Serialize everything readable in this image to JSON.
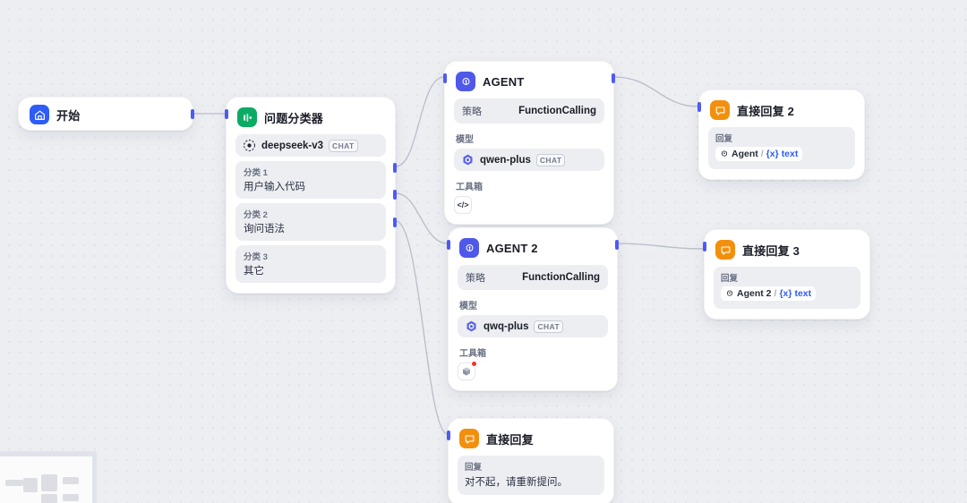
{
  "canvas": {
    "background_color": "#eceef2",
    "accent_color": "#4f5af5"
  },
  "nodes": {
    "start": {
      "title": "开始",
      "icon": "home-icon",
      "icon_color": "#2e5cf6"
    },
    "classifier": {
      "title": "问题分类器",
      "icon": "question-classifier-icon",
      "icon_color": "#0bab64",
      "model": {
        "name": "deepseek-v3",
        "badge": "CHAT",
        "icon": "deepseek-icon"
      },
      "classes": [
        {
          "key": "分类 1",
          "value": "用户输入代码"
        },
        {
          "key": "分类 2",
          "value": "询问语法"
        },
        {
          "key": "分类 3",
          "value": "其它"
        }
      ]
    },
    "agent1": {
      "title": "AGENT",
      "icon": "agent-icon",
      "icon_color": "#4f58e8",
      "strategy_label": "策略",
      "strategy_value": "FunctionCalling",
      "model_label": "模型",
      "model": {
        "name": "qwen-plus",
        "badge": "CHAT",
        "icon": "qwen-icon"
      },
      "tools_label": "工具箱",
      "tools": [
        {
          "icon": "code-icon",
          "glyph": "</>",
          "badge": false
        }
      ]
    },
    "agent2": {
      "title": "AGENT 2",
      "icon": "agent-icon",
      "icon_color": "#4f58e8",
      "strategy_label": "策略",
      "strategy_value": "FunctionCalling",
      "model_label": "模型",
      "model": {
        "name": "qwq-plus",
        "badge": "CHAT",
        "icon": "qwen-icon"
      },
      "tools_label": "工具箱",
      "tools": [
        {
          "icon": "toolbox-cube-icon",
          "glyph": "",
          "badge": true
        }
      ]
    },
    "answer2": {
      "title": "直接回复 2",
      "icon": "answer-icon",
      "icon_color": "#f2900d",
      "reply_label": "回复",
      "variable": {
        "source": "Agent",
        "separator": "/",
        "x": "{x}",
        "name": "text"
      }
    },
    "answer3": {
      "title": "直接回复 3",
      "icon": "answer-icon",
      "icon_color": "#f2900d",
      "reply_label": "回复",
      "variable": {
        "source": "Agent 2",
        "separator": "/",
        "x": "{x}",
        "name": "text"
      }
    },
    "answer1": {
      "title": "直接回复",
      "icon": "answer-icon",
      "icon_color": "#f2900d",
      "reply_label": "回复",
      "text": "对不起，请重新提问。"
    }
  },
  "minimap": {
    "name": "workflow-minimap"
  }
}
